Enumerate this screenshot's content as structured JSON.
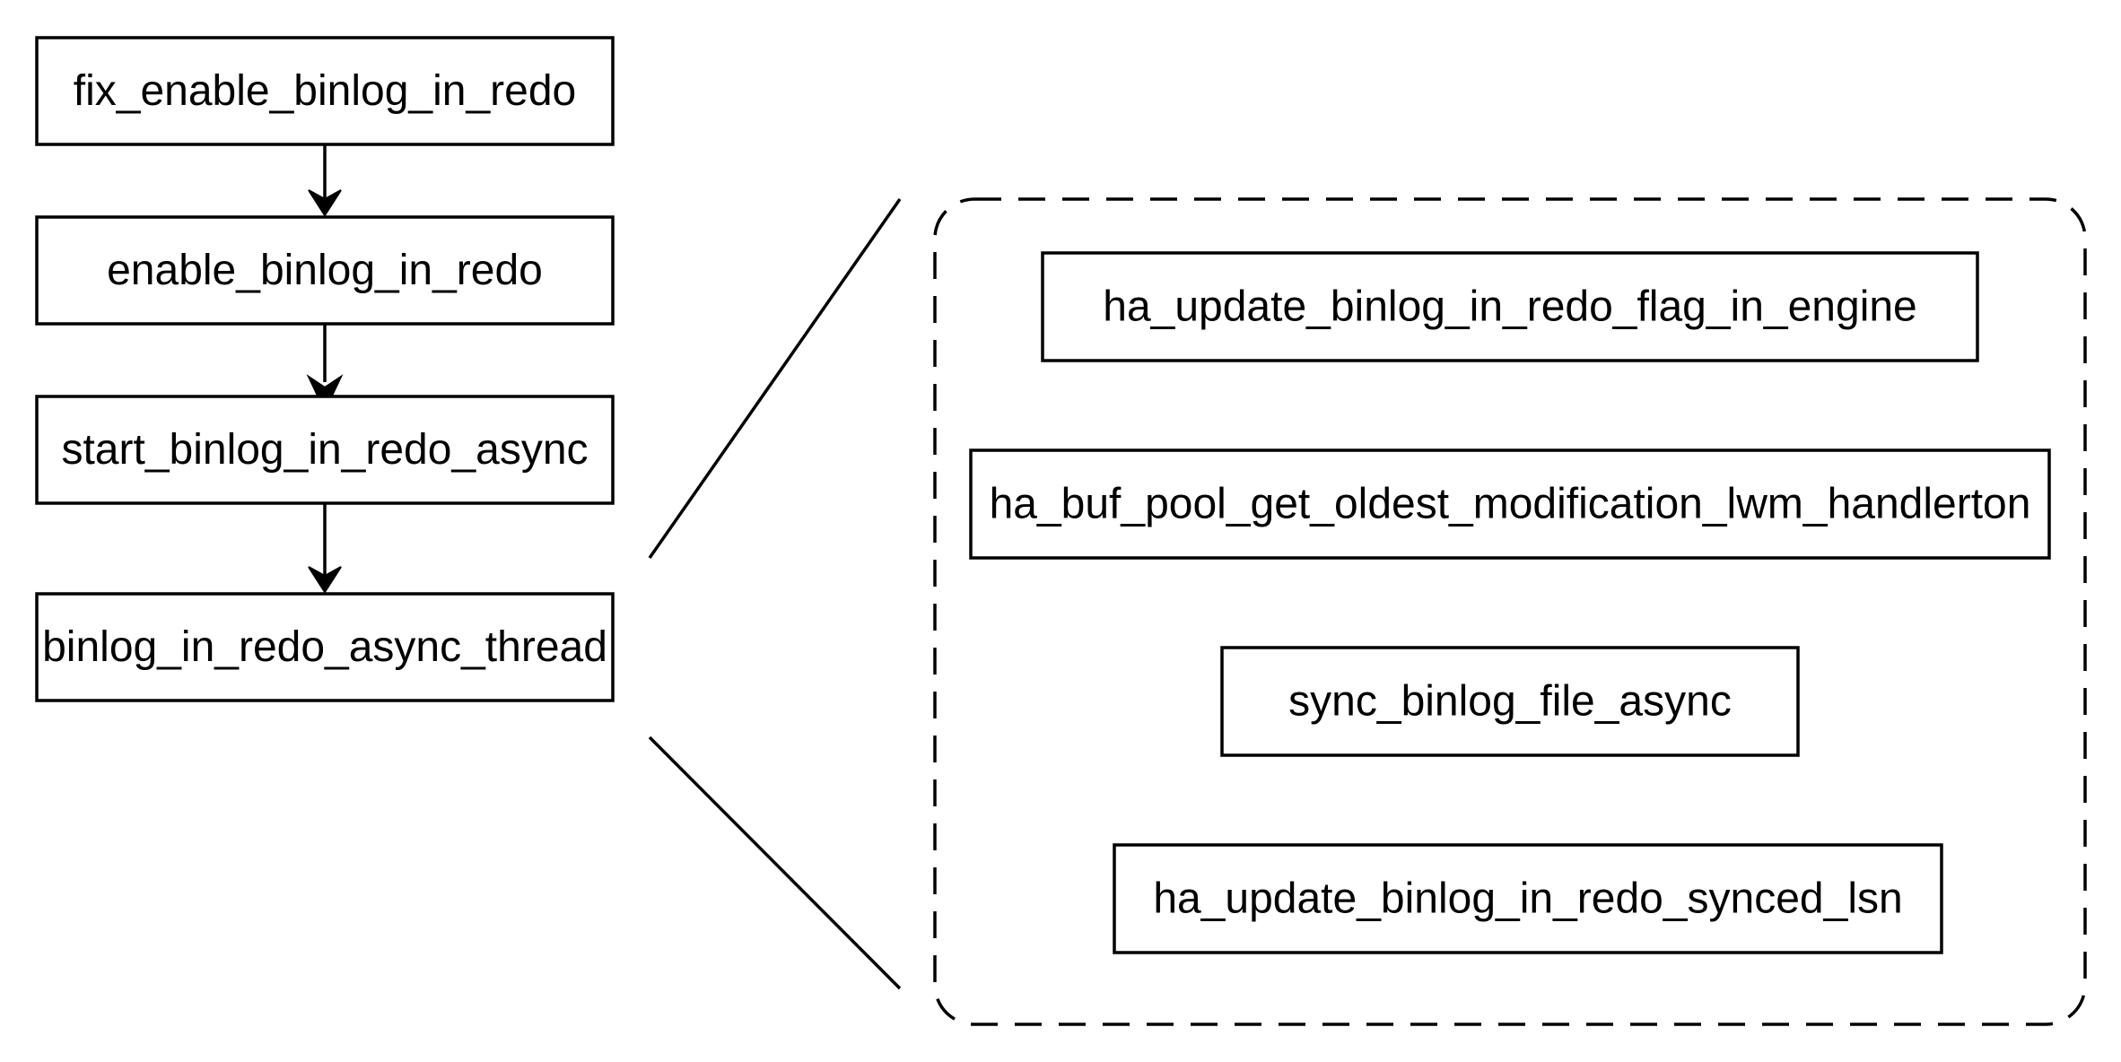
{
  "flow": {
    "nodes": [
      {
        "label": "fix_enable_binlog_in_redo"
      },
      {
        "label": "enable_binlog_in_redo"
      },
      {
        "label": "start_binlog_in_redo_async"
      },
      {
        "label": "binlog_in_redo_async_thread"
      }
    ]
  },
  "detail_group": {
    "nodes": [
      {
        "label": "ha_update_binlog_in_redo_flag_in_engine"
      },
      {
        "label": "ha_buf_pool_get_oldest_modification_lwm_handlerton"
      },
      {
        "label": "sync_binlog_file_async"
      },
      {
        "label": "ha_update_binlog_in_redo_synced_lsn"
      }
    ]
  },
  "colors": {
    "stroke": "#000000",
    "fill": "#ffffff",
    "text": "#000000"
  }
}
